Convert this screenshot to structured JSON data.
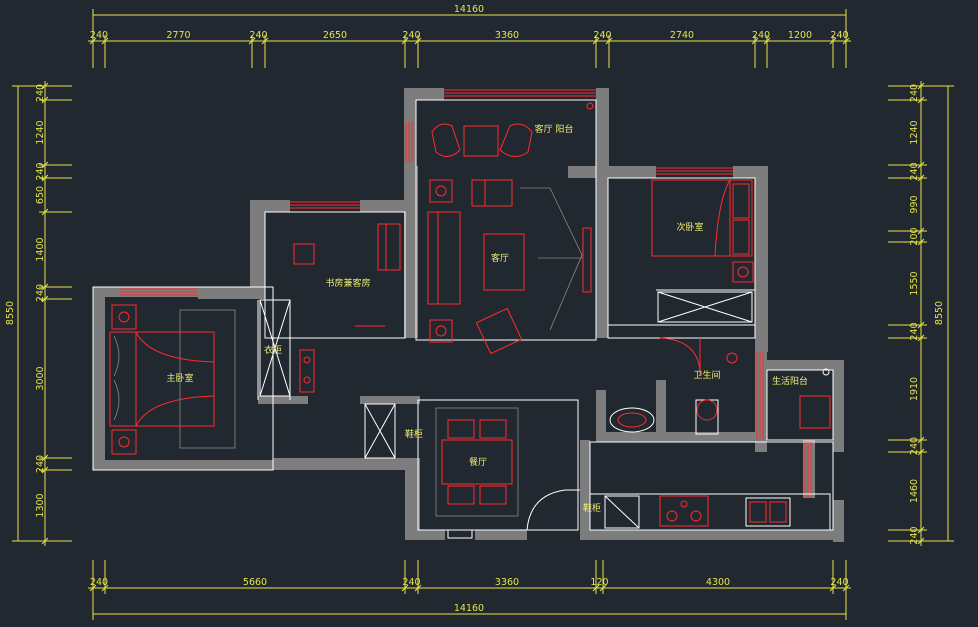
{
  "dimensions": {
    "top_total": "14160",
    "top_segments": [
      "240",
      "2770",
      "240",
      "2650",
      "240",
      "3360",
      "240",
      "2740",
      "240",
      "1200",
      "240"
    ],
    "bottom_total": "14160",
    "bottom_segments": [
      "240",
      "5660",
      "240",
      "3360",
      "120",
      "4300",
      "240"
    ],
    "left_total": "8550",
    "left_segments": [
      "240",
      "1240",
      "240",
      "650",
      "1400",
      "240",
      "3000",
      "240",
      "1300"
    ],
    "right_total": "8550",
    "right_segments": [
      "240",
      "1240",
      "240",
      "990",
      "200",
      "1550",
      "240",
      "1910",
      "240",
      "1460",
      "240"
    ]
  },
  "rooms": {
    "living_balcony": "客厅 阳台",
    "living_room": "客厅",
    "second_bedroom": "次卧室",
    "study_guest": "书房兼客房",
    "master_bedroom": "主卧室",
    "wardrobe": "衣柜",
    "shoe_cabinet": "鞋柜",
    "dining_room": "餐厅",
    "bathroom": "卫生间",
    "service_balcony": "生活阳台",
    "pantry": "鞋柜"
  },
  "colors": {
    "background": "#212830",
    "dimension": "#e6e34a",
    "wall_fill": "#7d7d7d",
    "furniture": "#ff2b2b",
    "room_label": "#f0ee70"
  }
}
